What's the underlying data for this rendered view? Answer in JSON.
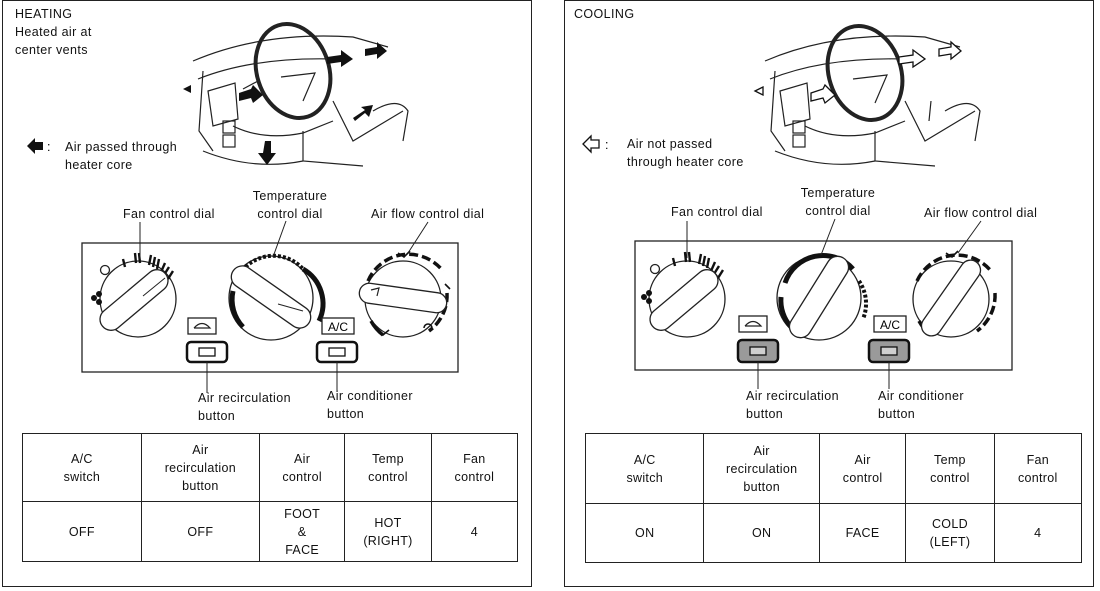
{
  "panels": [
    {
      "mode_title": "HEATING",
      "subtitle": "Heated air at\ncenter vents",
      "legend_text": "Air  passed  through\nheater core",
      "legend_symbol": "filled-arrow",
      "callouts": {
        "fan_dial": "Fan  control  dial",
        "temp_dial": "Temperature\ncontrol  dial",
        "airflow_dial": "Air  flow  control  dial",
        "recirc_button": "Air  recirculation\nbutton",
        "ac_button": "Air  conditioner\nbutton"
      },
      "ac_label": "A/C",
      "buttons_active": false,
      "table": {
        "headers": [
          "A/C\nswitch",
          "Air\nrecirculation\nbutton",
          "Air\ncontrol",
          "Temp\ncontrol",
          "Fan\ncontrol"
        ],
        "values": [
          "OFF",
          "OFF",
          "FOOT\n&\nFACE",
          "HOT\n(RIGHT)",
          "4"
        ]
      }
    },
    {
      "mode_title": "COOLING",
      "subtitle": "",
      "legend_text": "Air  not  passed\nthrough  heater  core",
      "legend_symbol": "outline-arrow",
      "callouts": {
        "fan_dial": "Fan  control  dial",
        "temp_dial": "Temperature\ncontrol  dial",
        "airflow_dial": "Air  flow  control  dial",
        "recirc_button": "Air  recirculation\nbutton",
        "ac_button": "Air  conditioner\nbutton"
      },
      "ac_label": "A/C",
      "buttons_active": true,
      "table": {
        "headers": [
          "A/C\nswitch",
          "Air\nrecirculation\nbutton",
          "Air\ncontrol",
          "Temp\ncontrol",
          "Fan\ncontrol"
        ],
        "values": [
          "ON",
          "ON",
          "FACE",
          "COLD\n(LEFT)",
          "4"
        ]
      }
    }
  ]
}
